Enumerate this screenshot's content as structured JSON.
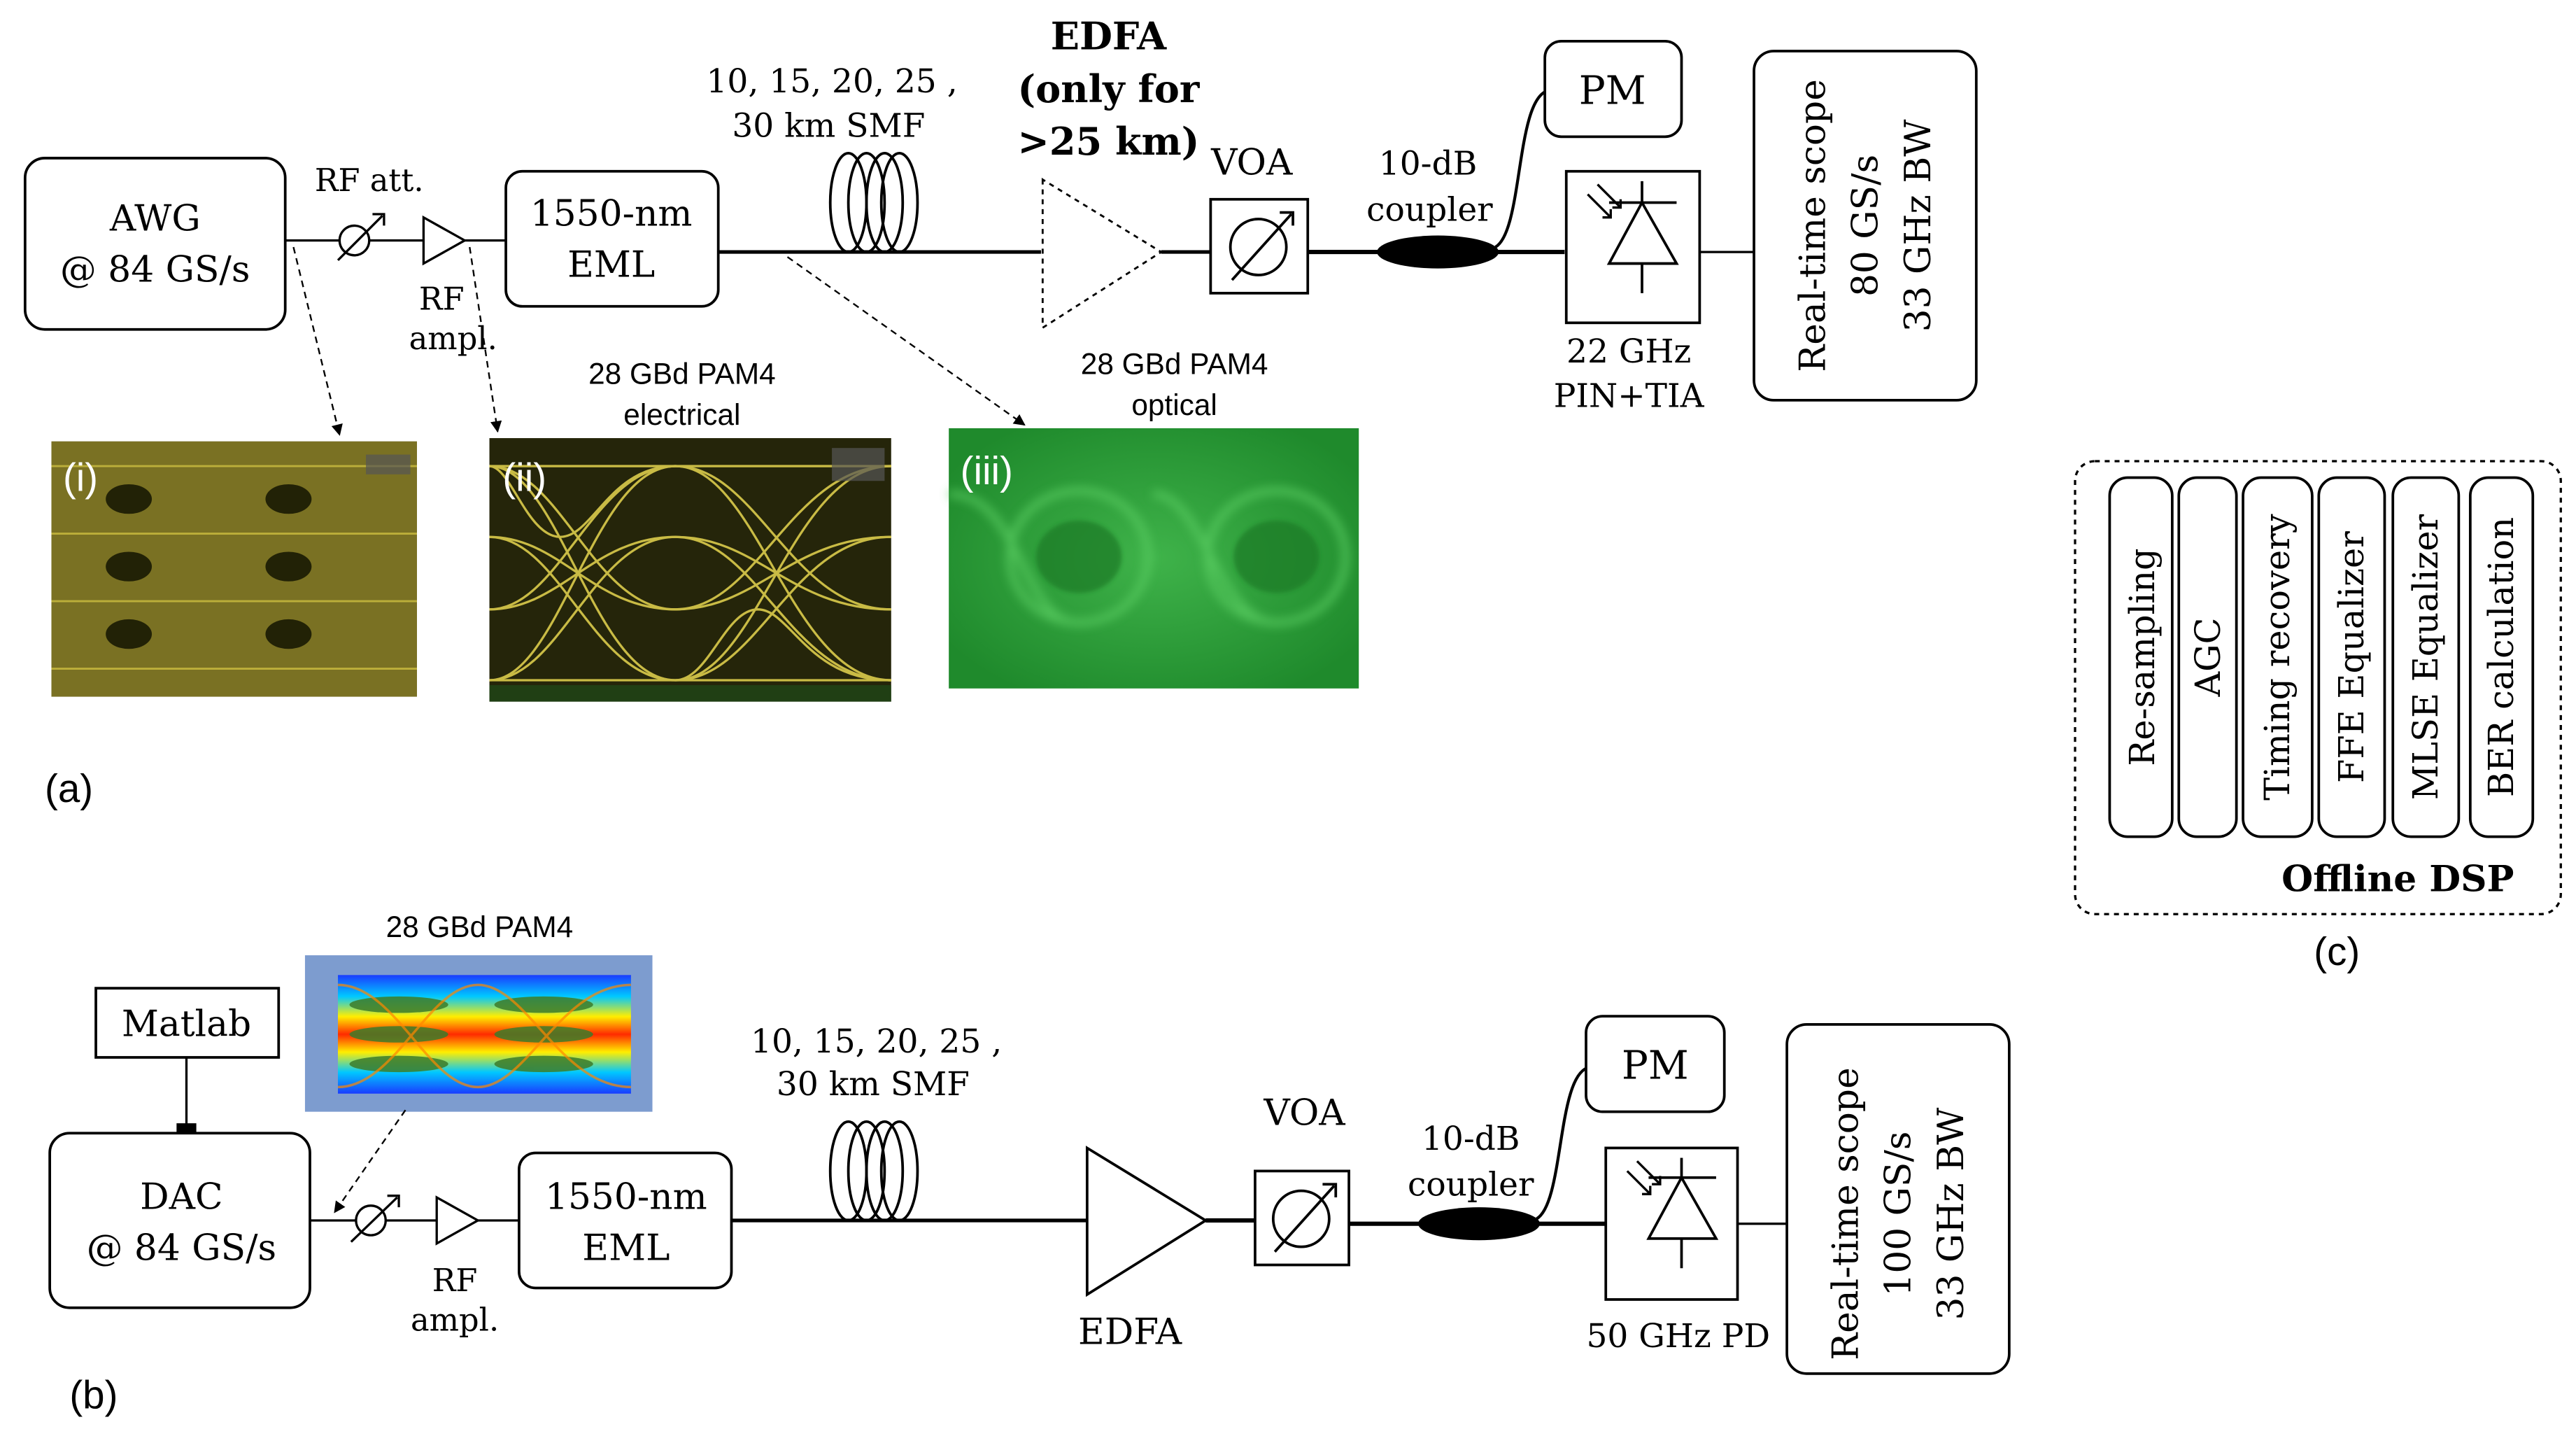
{
  "panel_a": {
    "label": "(a)",
    "awg": [
      "AWG",
      "@ 84 GS/s"
    ],
    "rf_att": "RF att.",
    "rf_ampl": [
      "RF",
      "ampl."
    ],
    "eml": [
      "1550-nm",
      "EML"
    ],
    "smf": [
      "10, 15, 20, 25 ,",
      "30 km SMF"
    ],
    "edfa": [
      "EDFA",
      "(only for",
      ">25 km)"
    ],
    "voa": "VOA",
    "coupler": [
      "10-dB",
      "coupler"
    ],
    "pm": "PM",
    "pin": [
      "22 GHz",
      "PIN+TIA"
    ],
    "scope": [
      "Real-time scope",
      "80 GS/s",
      "33 GHz BW"
    ],
    "eye_electrical": [
      "28 GBd PAM4",
      "electrical"
    ],
    "eye_optical": [
      "28 GBd PAM4",
      "optical"
    ],
    "eye_labels": [
      "(i)",
      "(ii)",
      "(iii)"
    ]
  },
  "panel_b": {
    "label": "(b)",
    "matlab": "Matlab",
    "dac": [
      "DAC",
      "@ 84 GS/s"
    ],
    "eye_title": "28 GBd PAM4",
    "rf_ampl": [
      "RF",
      "ampl."
    ],
    "eml": [
      "1550-nm",
      "EML"
    ],
    "smf": [
      "10, 15, 20, 25 ,",
      "30 km SMF"
    ],
    "edfa": "EDFA",
    "voa": "VOA",
    "coupler": [
      "10-dB",
      "coupler"
    ],
    "pm": "PM",
    "pd": "50 GHz PD",
    "scope": [
      "Real-time scope",
      "100 GS/s",
      "33 GHz BW"
    ]
  },
  "panel_c": {
    "label": "(c)",
    "title": "Offline DSP",
    "blocks": [
      "Re-sampling",
      "AGC",
      "Timing recovery",
      "FFE Equalizer",
      "MLSE Equalizer",
      "BER calculation"
    ]
  },
  "colors": {
    "eye_yellow": "#e6d650",
    "eye_bg_dark": "#2a2a08",
    "eye_green": "#2fa838",
    "eye_green_bright": "#6ad46c",
    "heat_bg": "#7d9ccf"
  }
}
